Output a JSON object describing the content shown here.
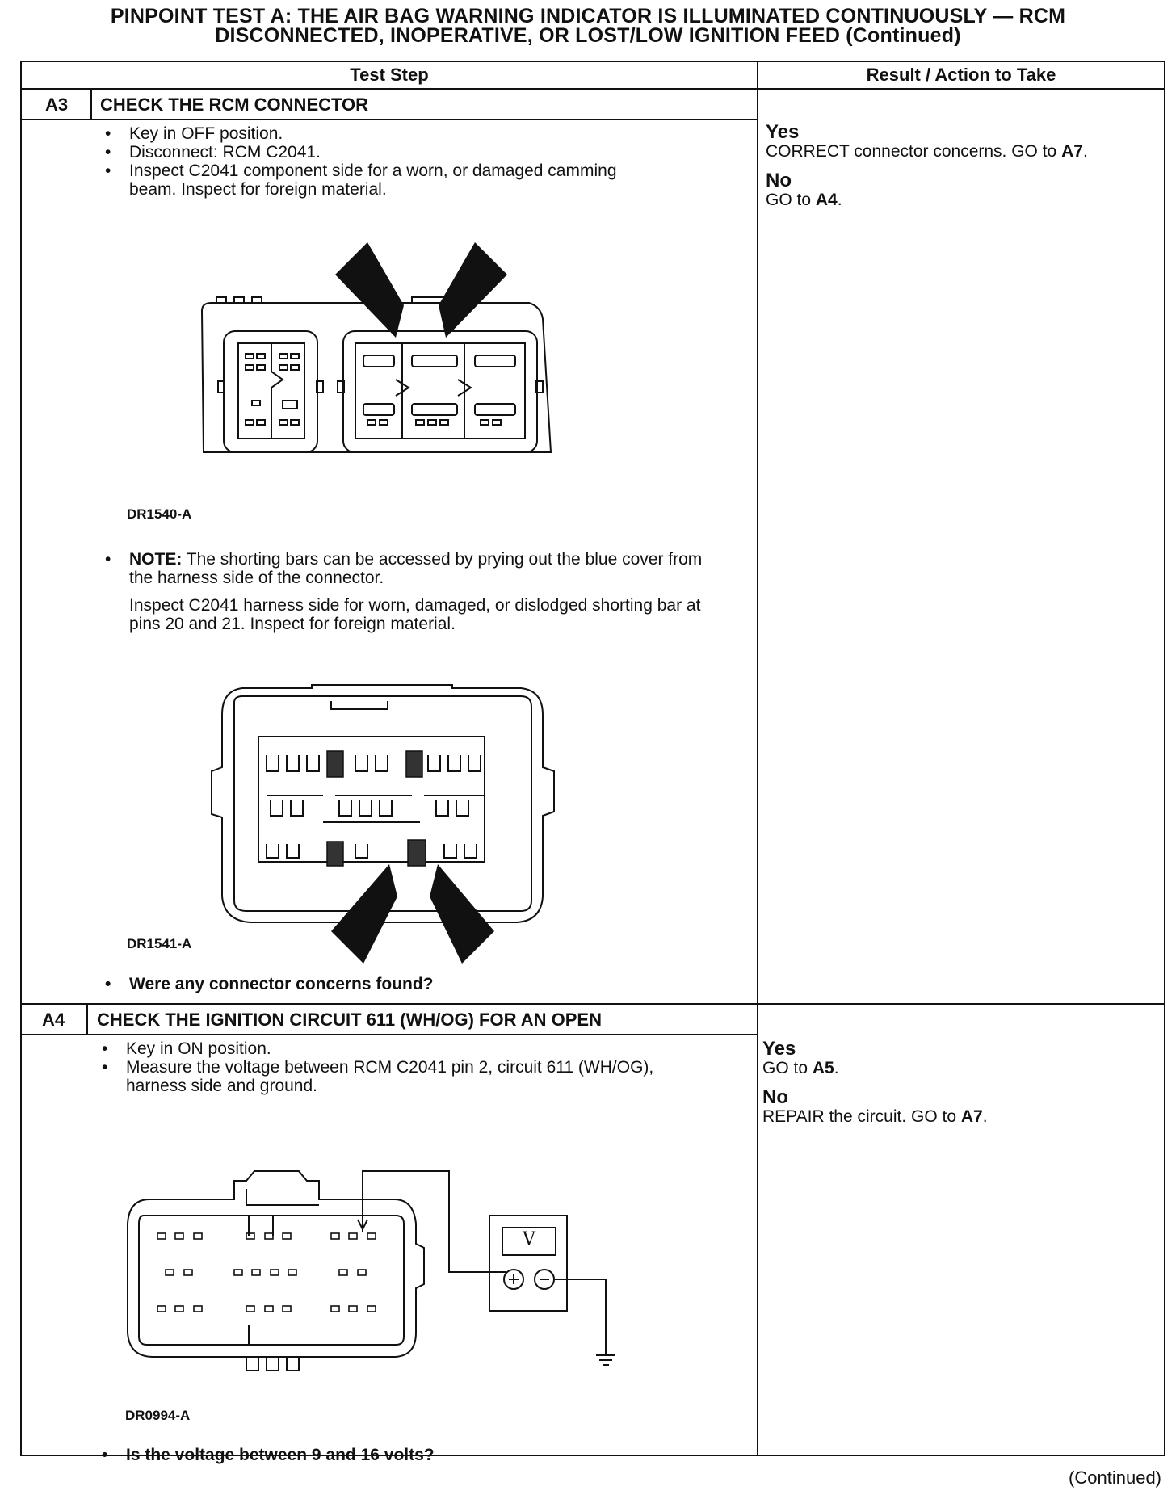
{
  "title": {
    "line1": "PINPOINT TEST A: THE AIR BAG WARNING INDICATOR IS ILLUMINATED CONTINUOUSLY — RCM",
    "line2": "DISCONNECTED, INOPERATIVE, OR LOST/LOW IGNITION FEED (Continued)"
  },
  "headers": {
    "test_step": "Test Step",
    "result": "Result / Action to Take"
  },
  "steps": [
    {
      "id": "A3",
      "title": "CHECK THE RCM CONNECTOR",
      "bullets": [
        "Key in OFF position.",
        "Disconnect: RCM C2041.",
        "Inspect C2041 component side for a worn, or damaged camming beam. Inspect for foreign material."
      ],
      "figure1_label": "DR1540-A",
      "note_label": "NOTE:",
      "note_text": " The shorting bars can be accessed by prying out the blue cover from the harness side of the connector.",
      "note_follow": "Inspect C2041 harness side for worn, damaged, or dislodged shorting bar at pins 20 and 21. Inspect for foreign material.",
      "figure2_label": "DR1541-A",
      "question": "Were any connector concerns found?",
      "yes_label": "Yes",
      "yes_text": "CORRECT connector concerns. GO to ",
      "yes_ref": "A7",
      "no_label": "No",
      "no_text": "GO to ",
      "no_ref": "A4"
    },
    {
      "id": "A4",
      "title": "CHECK THE IGNITION CIRCUIT 611 (WH/OG) FOR AN OPEN",
      "bullets": [
        "Key in ON position.",
        "Measure the voltage between RCM C2041 pin 2, circuit 611 (WH/OG), harness side and ground."
      ],
      "figure_label": "DR0994-A",
      "meter_symbol": "V",
      "question": "Is the voltage between 9 and 16 volts?",
      "yes_label": "Yes",
      "yes_text": "GO to ",
      "yes_ref": "A5",
      "no_label": "No",
      "no_text": "REPAIR the circuit. GO to ",
      "no_ref": "A7"
    }
  ],
  "footer": "(Continued)"
}
